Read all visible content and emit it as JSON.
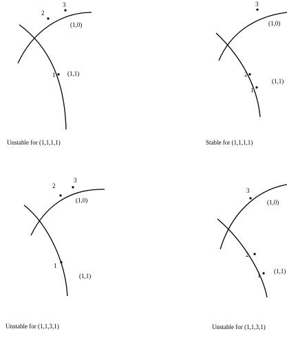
{
  "panels": [
    {
      "caption": "Unstable for (1,1,1,1)",
      "region_labels": [
        "(1,0)",
        "(1,1)"
      ],
      "points": [
        "1",
        "2",
        "3"
      ]
    },
    {
      "caption": "Stable for (1,1,1,1)",
      "region_labels": [
        "(1,0)",
        "(1,1)"
      ],
      "points": [
        "1",
        "2",
        "3"
      ]
    },
    {
      "caption": "Unstable for (1,1,3,1)",
      "region_labels": [
        "(1,0)",
        "(1,1)"
      ],
      "points": [
        "1",
        "2",
        "3"
      ]
    },
    {
      "caption": "Unstable for (1,1,3,1)",
      "region_labels": [
        "(1,0)",
        "(1,1)"
      ],
      "points": [
        "1",
        "2",
        "3"
      ]
    }
  ]
}
